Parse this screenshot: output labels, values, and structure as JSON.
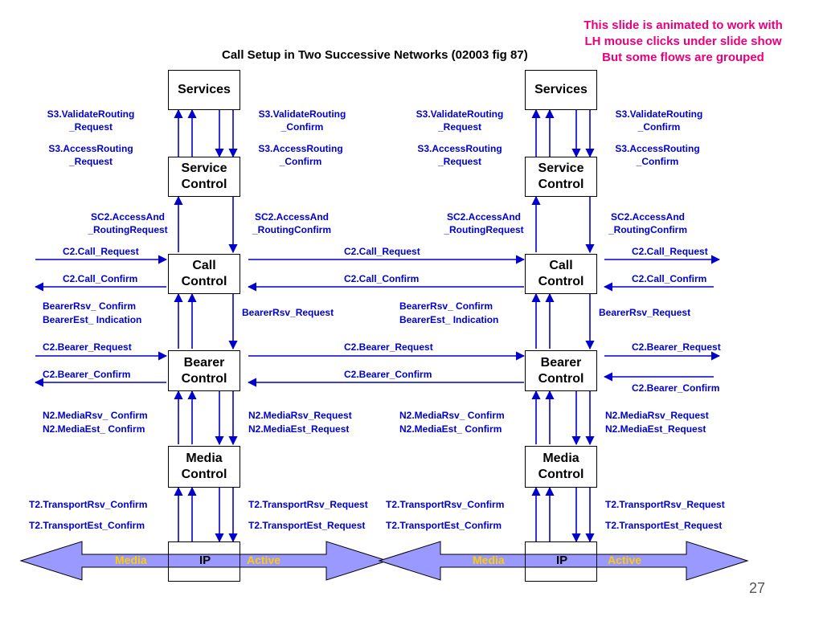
{
  "note": {
    "line1": "This slide is animated to work with",
    "line2": "LH mouse clicks under slide show",
    "line3": "But some flows are grouped"
  },
  "title": "Call Setup in Two Successive Networks (02003 fig 87)",
  "boxes": {
    "services": "Services",
    "service_control": "Service\nControl",
    "call_control": "Call\nControl",
    "bearer_control": "Bearer\nControl",
    "media_control": "Media\nControl",
    "ip": "IP"
  },
  "transport": {
    "media": "Media",
    "active": "Active"
  },
  "left_labels": {
    "s3_val_req": "S3.ValidateRouting\n_Request",
    "s3_acc_req": "S3.AccessRouting\n_Request",
    "s3_val_conf": "S3.ValidateRouting\n_Confirm",
    "s3_acc_conf": "S3.AccessRouting\n_Confirm",
    "sc2_req": "SC2.AccessAnd\n_RoutingRequest",
    "sc2_conf": "SC2.AccessAnd\n_RoutingConfirm",
    "c2_call_req": "C2.Call_Request",
    "c2_call_conf": "C2.Call_Confirm",
    "bearer_rsv_conf": "BearerRsv_ Confirm\nBearerEst_ Indication",
    "bearer_rsv_req": "BearerRsv_Request",
    "c2_bearer_req": "C2.Bearer_Request",
    "c2_bearer_conf": "C2.Bearer_Confirm",
    "n2_conf": "N2.MediaRsv_ Confirm\nN2.MediaEst_ Confirm",
    "n2_req": "N2.MediaRsv_Request\nN2.MediaEst_Request",
    "t2_rsv_conf": "T2.TransportRsv_Confirm",
    "t2_est_conf": "T2.TransportEst_Confirm",
    "t2_rsv_req": "T2.TransportRsv_Request",
    "t2_est_req": "T2.TransportEst_Request"
  },
  "middle_labels": {
    "c2_call_req": "C2.Call_Request",
    "c2_call_conf": "C2.Call_Confirm",
    "c2_bearer_req": "C2.Bearer_Request",
    "c2_bearer_conf": "C2.Bearer_Confirm"
  },
  "right_labels": {
    "s3_val_req": "S3.ValidateRouting\n_Request",
    "s3_acc_req": "S3.AccessRouting\n_Request",
    "s3_val_conf": "S3.ValidateRouting\n_Confirm",
    "s3_acc_conf": "S3.AccessRouting\n_Confirm",
    "sc2_req": "SC2.AccessAnd\n_RoutingRequest",
    "sc2_conf": "SC2.AccessAnd\n_RoutingConfirm",
    "c2_call_req": "C2.Call_Request",
    "c2_call_conf": "C2.Call_Confirm",
    "bearer_rsv_conf": "BearerRsv_ Confirm\nBearerEst_ Indication",
    "bearer_rsv_req": "BearerRsv_Request",
    "c2_bearer_req": "C2.Bearer_Request",
    "c2_bearer_conf": "C2.Bearer_Confirm",
    "n2_conf": "N2.MediaRsv_ Confirm\nN2.MediaEst_ Confirm",
    "n2_req": "N2.MediaRsv_Request\nN2.MediaEst_Request",
    "t2_rsv_conf": "T2.TransportRsv_Confirm",
    "t2_est_conf": "T2.TransportEst_Confirm",
    "t2_rsv_req": "T2.TransportRsv_Request",
    "t2_est_req": "T2.TransportEst_Request"
  },
  "page_number": "27",
  "colors": {
    "arrow": "#0000cc",
    "transport_fill": "#9999ff",
    "transport_text": "#ffcc00",
    "note": "#e6007e"
  }
}
